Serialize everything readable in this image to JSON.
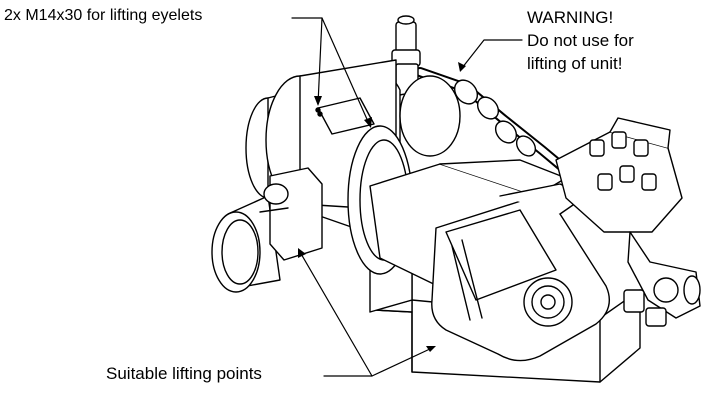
{
  "labels": {
    "eyelets": "2x M14x30 for lifting eyelets",
    "warning": [
      "WARNING!",
      "Do not use for",
      "lifting of unit!"
    ],
    "lifting_points": "Suitable lifting points"
  },
  "colors": {
    "line": "#000000",
    "background": "#ffffff",
    "fill": "#ffffff"
  }
}
